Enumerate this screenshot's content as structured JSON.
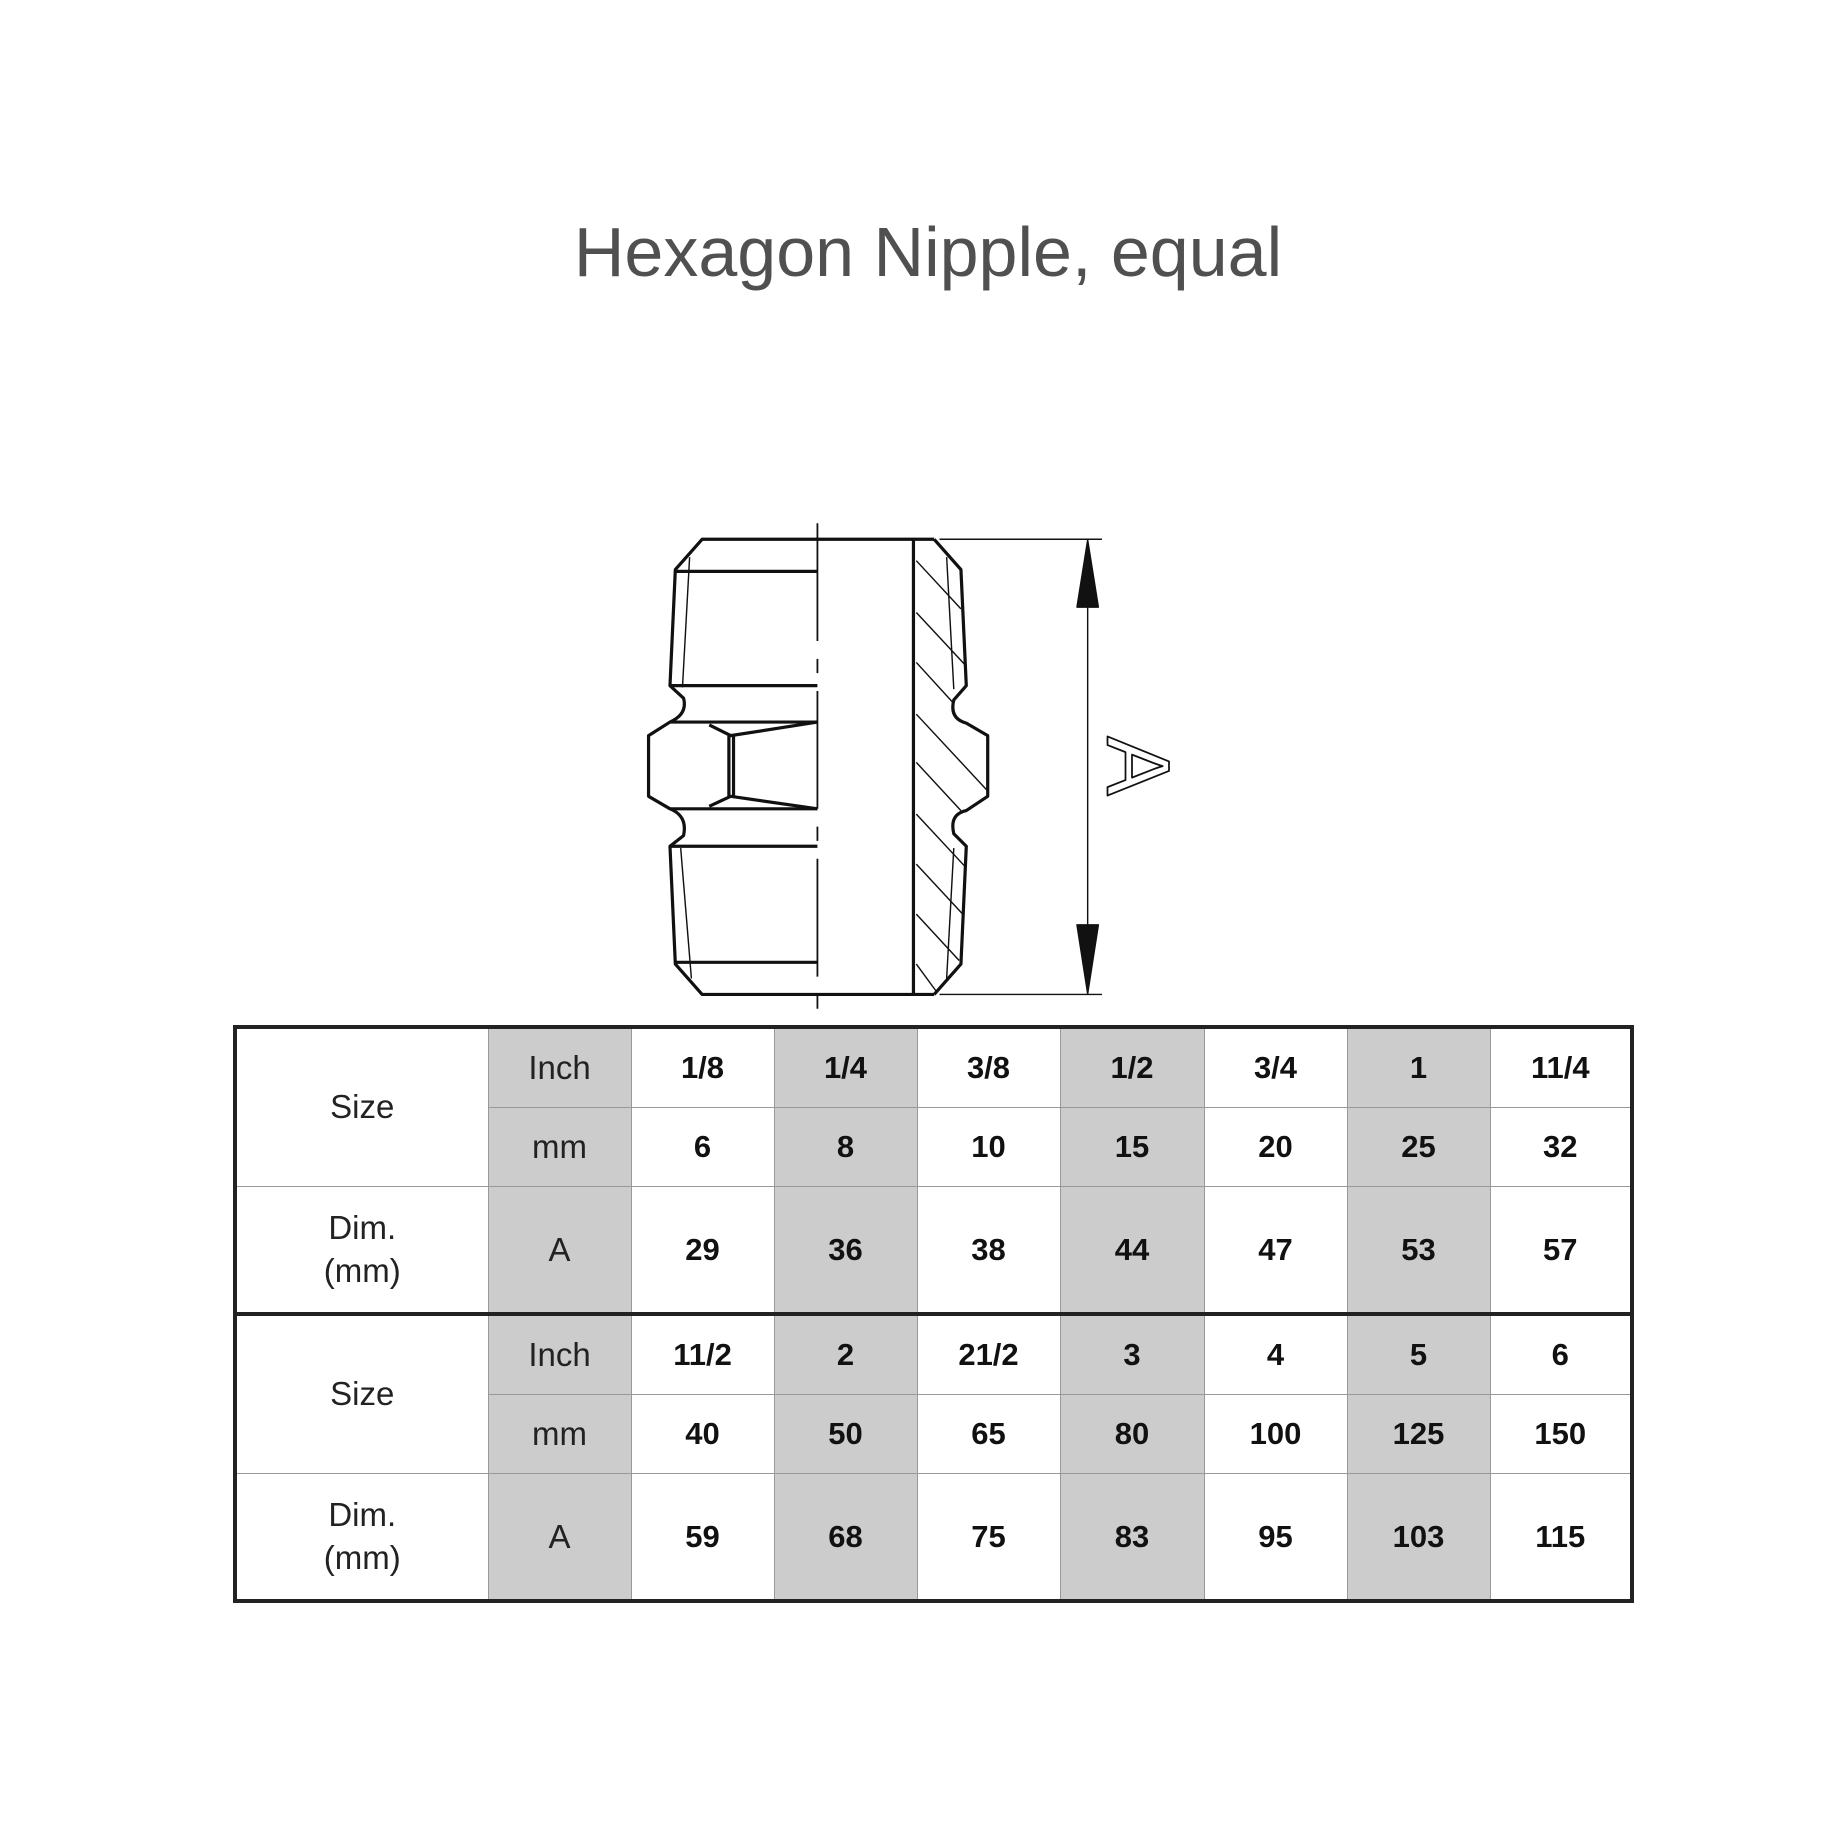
{
  "title": "Hexagon Nipple, equal",
  "drawing": {
    "dimension_label": "A"
  },
  "table": {
    "groups": [
      {
        "size_label": "Size",
        "inch_label": "Inch",
        "mm_label": "mm",
        "dim_label_line1": "Dim.",
        "dim_label_line2": "(mm)",
        "a_label": "A",
        "inch": [
          "1/8",
          "1/4",
          "3/8",
          "1/2",
          "3/4",
          "1",
          "11/4"
        ],
        "mm": [
          "6",
          "8",
          "10",
          "15",
          "20",
          "25",
          "32"
        ],
        "a": [
          "29",
          "36",
          "38",
          "44",
          "47",
          "53",
          "57"
        ]
      },
      {
        "size_label": "Size",
        "inch_label": "Inch",
        "mm_label": "mm",
        "dim_label_line1": "Dim.",
        "dim_label_line2": "(mm)",
        "a_label": "A",
        "inch": [
          "11/2",
          "2",
          "21/2",
          "3",
          "4",
          "5",
          "6"
        ],
        "mm": [
          "40",
          "50",
          "65",
          "80",
          "100",
          "125",
          "150"
        ],
        "a": [
          "59",
          "68",
          "75",
          "83",
          "95",
          "103",
          "115"
        ]
      }
    ],
    "colors": {
      "shade": "#cccccc",
      "border": "#222222"
    }
  }
}
